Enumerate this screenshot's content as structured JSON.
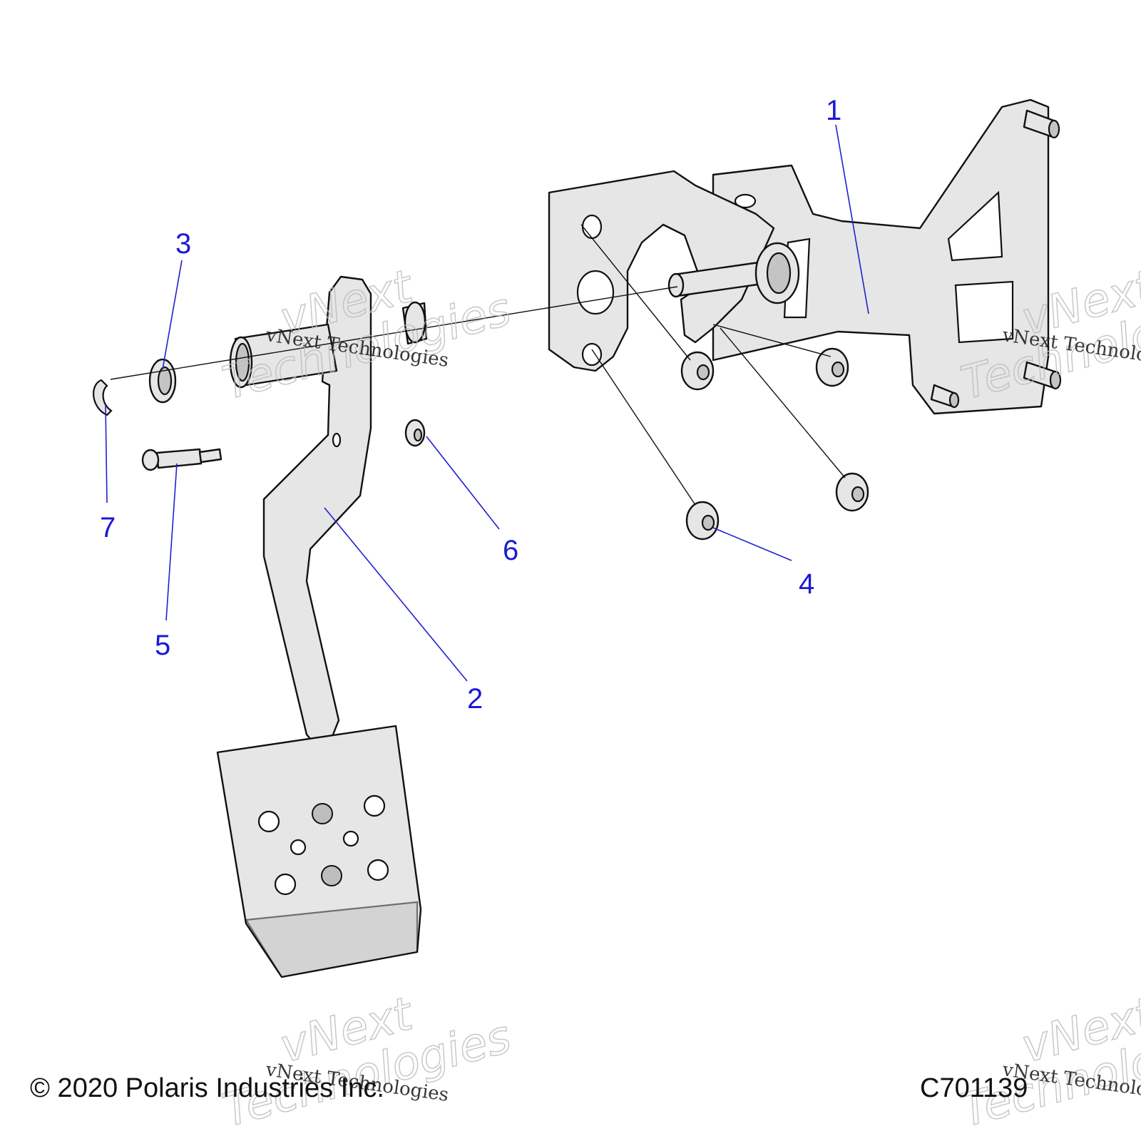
{
  "callouts": [
    "1",
    "2",
    "3",
    "4",
    "5",
    "6",
    "7"
  ],
  "watermark": {
    "line1": "vNext Technologies",
    "line2": "vNext",
    "line3": "Technologies"
  },
  "footer": {
    "copyright": "© 2020 Polaris Industries Inc.",
    "figure_code": "C701139"
  },
  "colors": {
    "callout": "#1a1ad6",
    "part_fill": "#e6e6e6",
    "outline": "#111111"
  }
}
